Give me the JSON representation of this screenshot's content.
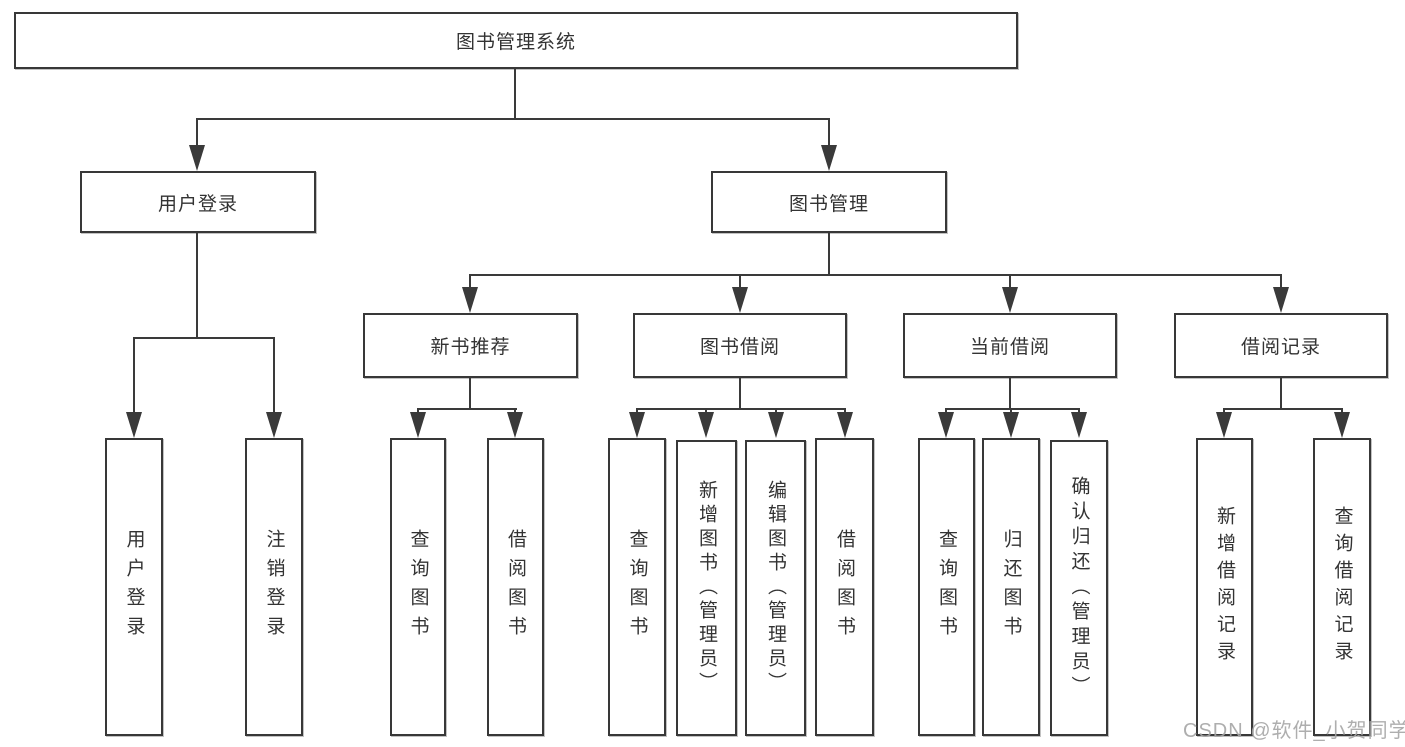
{
  "tree": {
    "root": {
      "label": "图书管理系统",
      "children": [
        {
          "label": "用户登录",
          "children": [
            {
              "label": "用户登录"
            },
            {
              "label": "注销登录"
            }
          ]
        },
        {
          "label": "图书管理",
          "children": [
            {
              "label": "新书推荐",
              "children": [
                {
                  "label": "查询图书"
                },
                {
                  "label": "借阅图书"
                }
              ]
            },
            {
              "label": "图书借阅",
              "children": [
                {
                  "label": "查询图书"
                },
                {
                  "label": "新增图书（管理员）"
                },
                {
                  "label": "编辑图书（管理员）"
                },
                {
                  "label": "借阅图书"
                }
              ]
            },
            {
              "label": "当前借阅",
              "children": [
                {
                  "label": "查询图书"
                },
                {
                  "label": "归还图书"
                },
                {
                  "label": "确认归还（管理员）"
                }
              ]
            },
            {
              "label": "借阅记录",
              "children": [
                {
                  "label": "新增借阅记录"
                },
                {
                  "label": "查询借阅记录"
                }
              ]
            }
          ]
        }
      ]
    }
  },
  "watermark": {
    "text": "CSDN @软件_小贺同学"
  },
  "colors": {
    "line": "#3a3a3a",
    "text": "#333333",
    "background": "#ffffff",
    "watermark": "#a5a5a5"
  }
}
